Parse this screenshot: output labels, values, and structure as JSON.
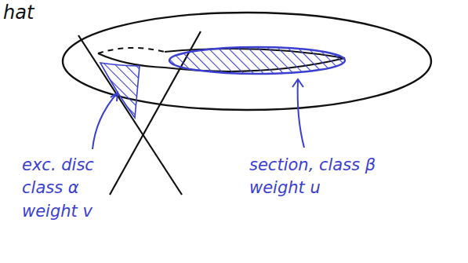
{
  "diagram": {
    "labels": [
      "hat",
      "exc. disc class α weight v",
      "section, class β weight u"
    ]
  }
}
